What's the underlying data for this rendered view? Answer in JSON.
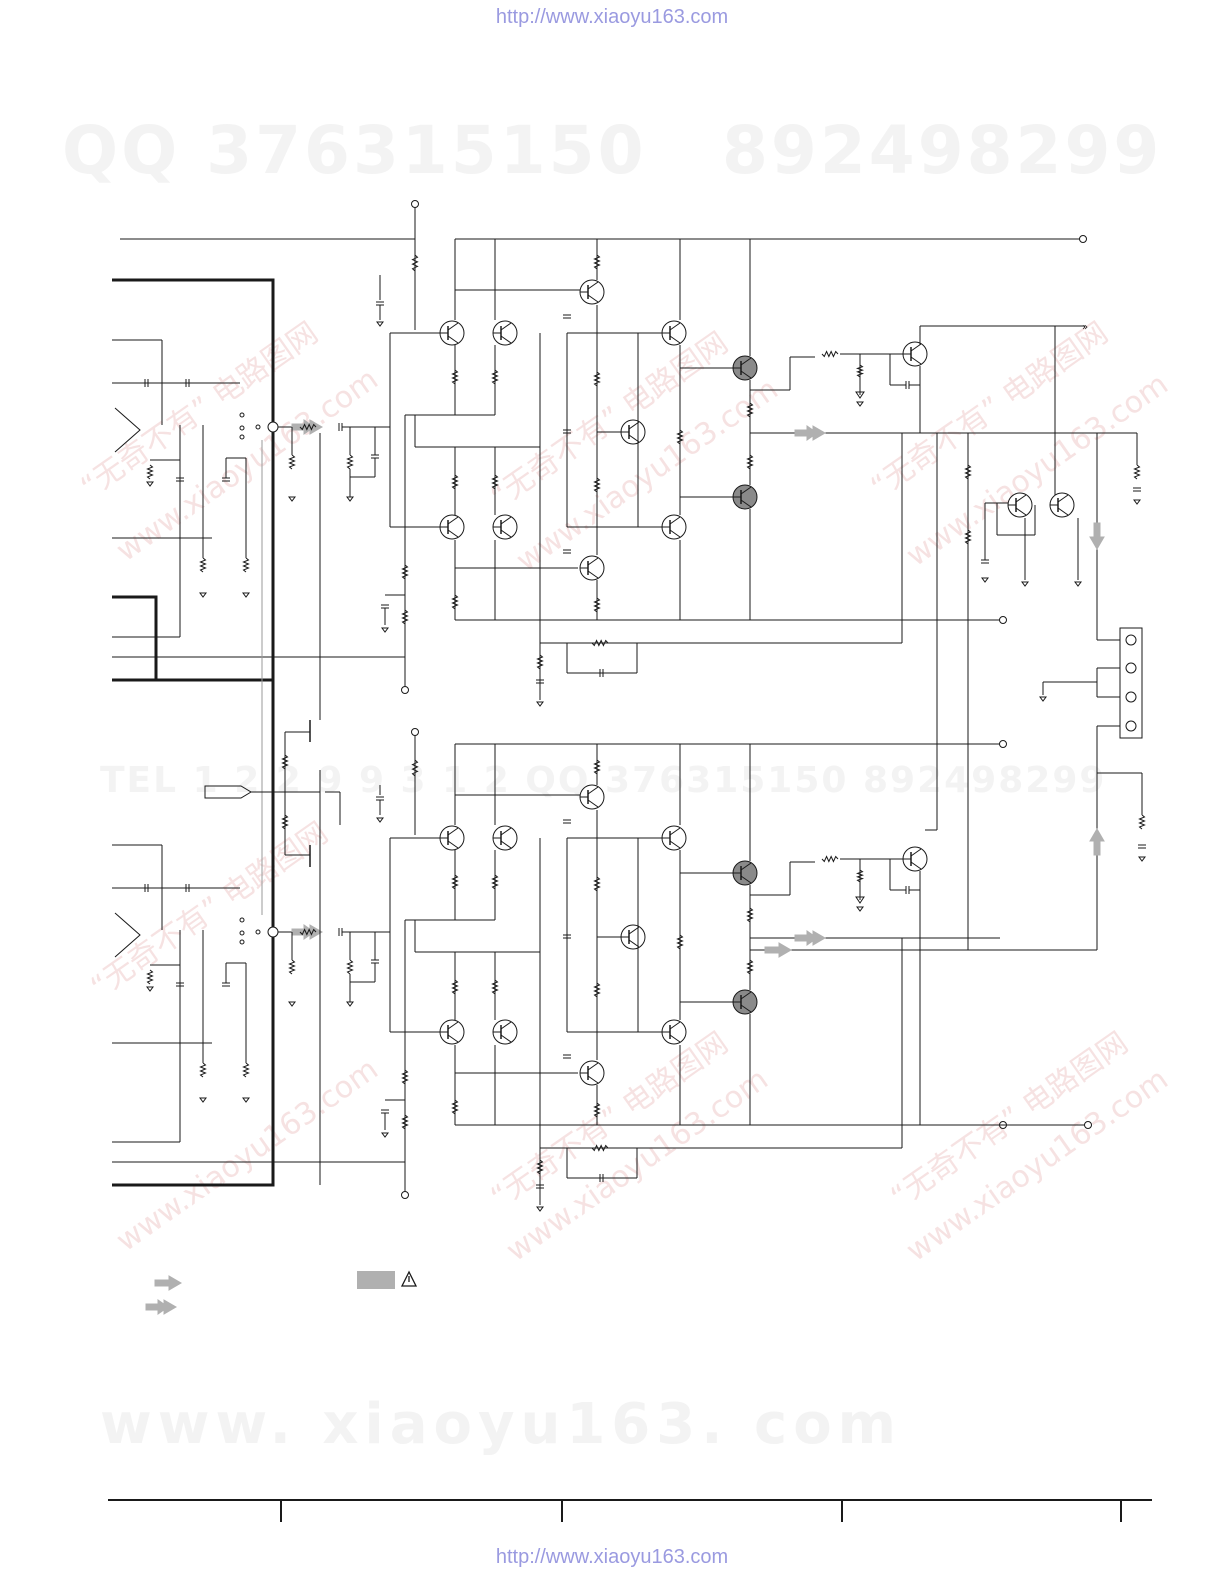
{
  "header": {
    "url": "http://www.xiaoyu163.com"
  },
  "footer": {
    "url": "http://www.xiaoyu163.com"
  },
  "watermarks": {
    "qq": "QQ 376315150",
    "qq2": "892498299",
    "tel": "TEL 1  2  2  9  9  3 1  2    QQ 376315150  892498299",
    "bottom": "www. xiaoyu163. com",
    "diagonal_1": "“无奇不有” 电路图网",
    "diagonal_2": "www.xiaoyu163.com"
  },
  "colors": {
    "wire": "#1a1a1a",
    "thick_border": "#111111",
    "arrow_fill": "#b0b0b0",
    "transistor_fill": "#8a8a8a",
    "watermark": "#f3f3f3",
    "watermark_diag": "#f6e2e2",
    "url": "#9a9ae0"
  },
  "legend": {
    "arrow_single_icon": "signal-arrow-icon",
    "arrow_double_icon": "double-signal-arrow-icon",
    "safety_icon": "warning-triangle-icon"
  }
}
